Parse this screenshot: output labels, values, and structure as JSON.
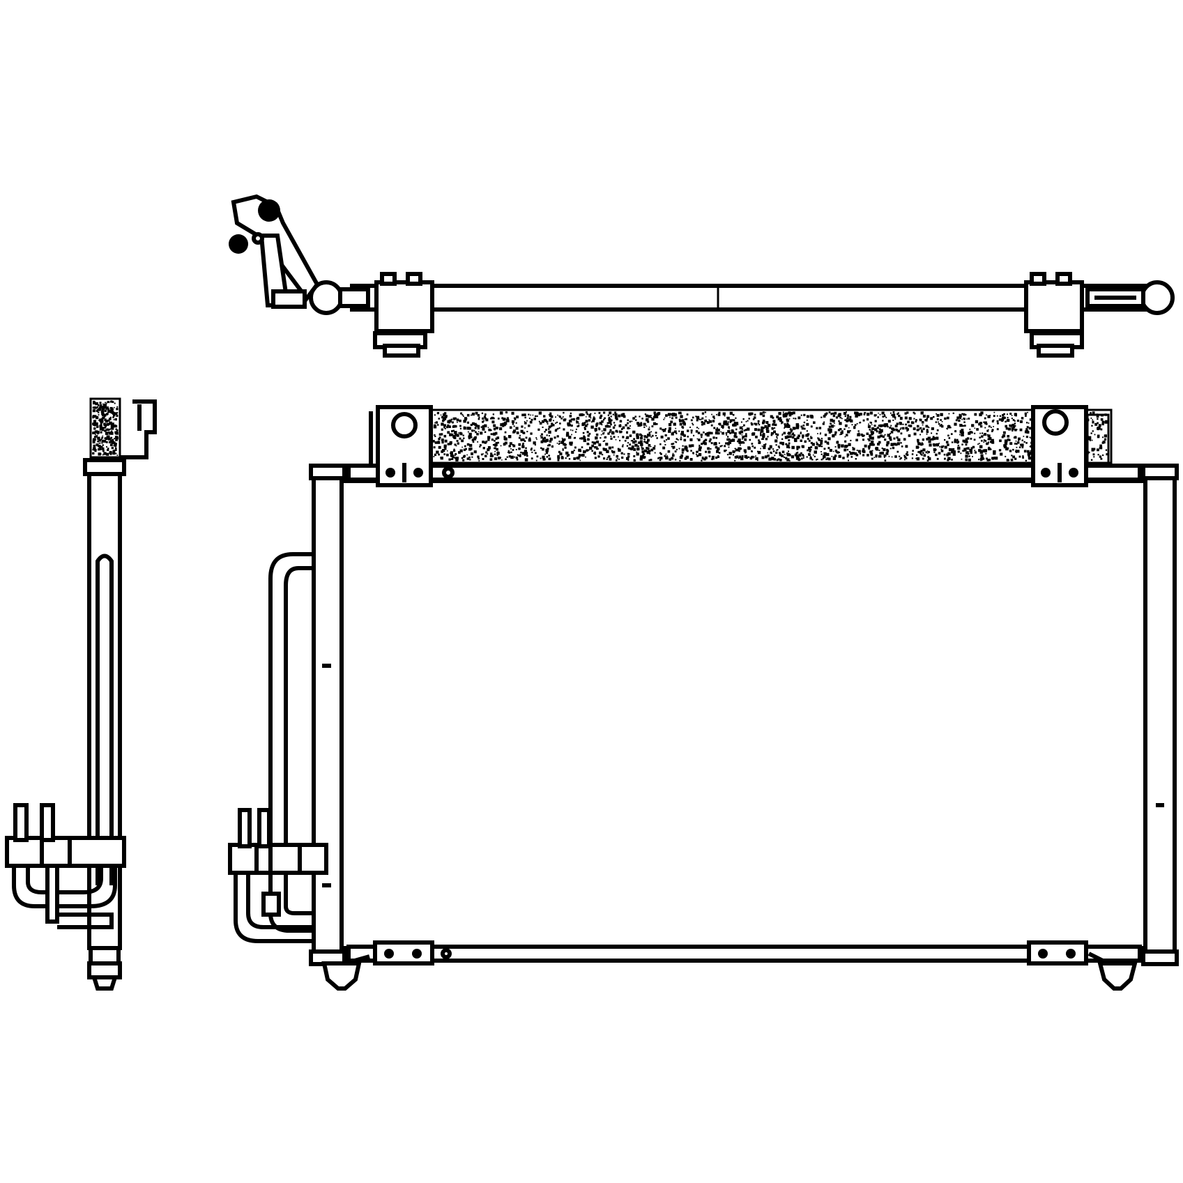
{
  "diagram": {
    "views": [
      "top-view",
      "side-view",
      "front-view"
    ],
    "colors": {
      "line": "#000000",
      "background": "#ffffff",
      "foam": "#000000"
    }
  }
}
